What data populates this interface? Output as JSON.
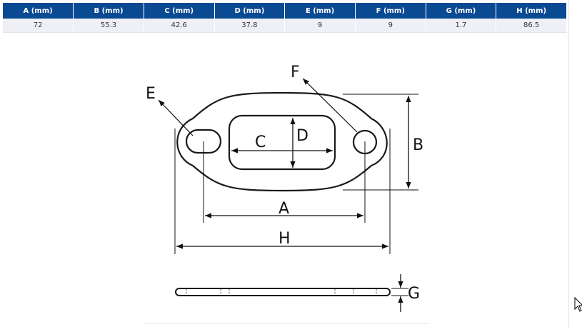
{
  "table": {
    "headers": [
      "A (mm)",
      "B (mm)",
      "C (mm)",
      "D (mm)",
      "E (mm)",
      "F (mm)",
      "G (mm)",
      "H (mm)"
    ],
    "values": [
      "72",
      "55.3",
      "42.6",
      "37.8",
      "9",
      "9",
      "1.7",
      "86.5"
    ]
  },
  "diagram": {
    "labels": {
      "a": "A",
      "b": "B",
      "c": "C",
      "d": "D",
      "e": "E",
      "f": "F",
      "g": "G",
      "h": "H"
    }
  }
}
